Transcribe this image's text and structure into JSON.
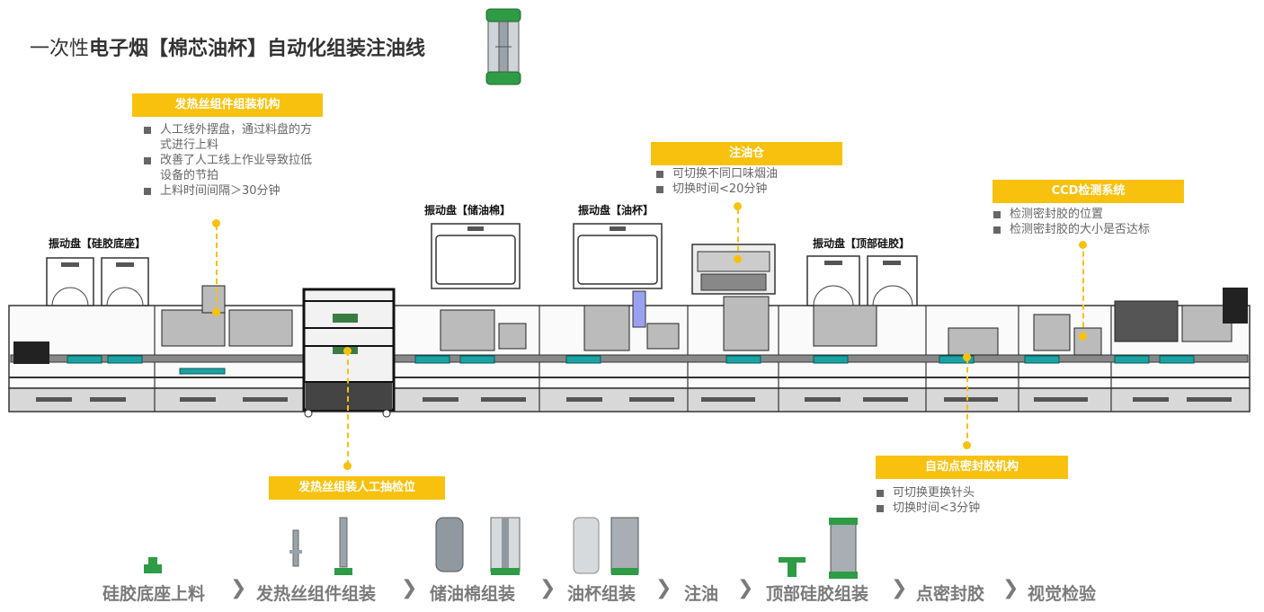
{
  "title": {
    "prefix": "一次性",
    "bold": "电子烟【棉芯油杯】自动化组装注油线"
  },
  "callouts": [
    {
      "heading": "发热丝组件组装机构",
      "bullets": [
        "人工线外摆盘，通过料盘的方式进行上料",
        "改善了人工线上作业导致拉低设备的节拍",
        "上料时间间隔＞30分钟"
      ]
    },
    {
      "heading": "注油仓",
      "bullets": [
        "可切换不同口味烟油",
        "切换时间<20分钟"
      ]
    },
    {
      "heading": "CCD检测系统",
      "bullets": [
        "检测密封胶的位置",
        "检测密封胶的大小是否达标"
      ]
    },
    {
      "heading": "发热丝组装人工抽检位",
      "bullets": []
    },
    {
      "heading": "自动点密封胶机构",
      "bullets": [
        "可切换更换针头",
        "切换时间<3分钟"
      ]
    }
  ],
  "station_labels": [
    "振动盘【硅胶底座】",
    "振动盘【储油棉】",
    "振动盘【油杯】",
    "振动盘【顶部硅胶】"
  ],
  "process_steps": [
    "硅胶底座上料",
    "发热丝组件组装",
    "储油棉组装",
    "油杯组装",
    "注油",
    "顶部硅胶组装",
    "点密封胶",
    "视觉检验"
  ],
  "arrow_glyph": "❯",
  "colors": {
    "accent": "#f8c10e",
    "machine_teal": "#1aa3a3",
    "part_green": "#2e9b45",
    "step_gray": "#7a7a7a"
  }
}
